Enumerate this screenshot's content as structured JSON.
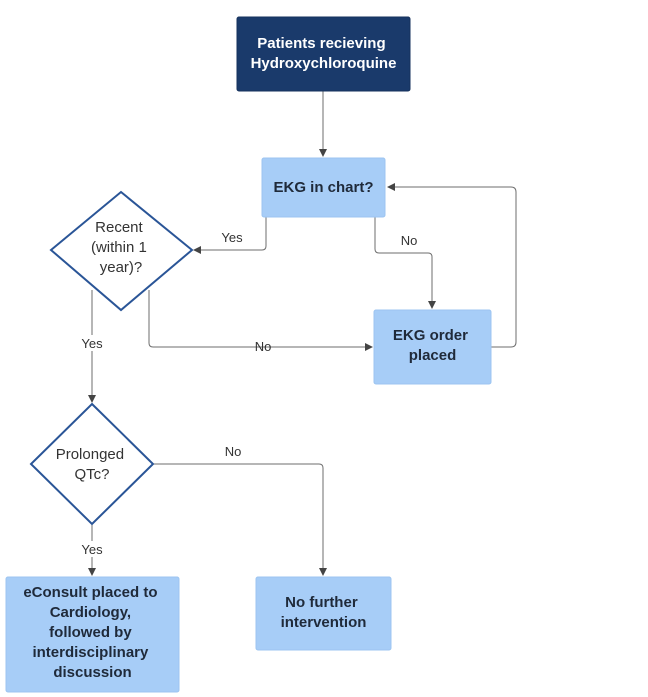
{
  "nodes": {
    "start": {
      "lines": [
        "Patients recieving",
        "Hydroxychloroquine"
      ]
    },
    "ekg_in_chart": {
      "lines": [
        "EKG in chart?"
      ]
    },
    "recent": {
      "lines": [
        "Recent",
        "(within 1",
        "year)?"
      ]
    },
    "ekg_order": {
      "lines": [
        "EKG order",
        "placed"
      ]
    },
    "prolonged_qtc": {
      "lines": [
        "Prolonged",
        "QTc?"
      ]
    },
    "econsult": {
      "lines": [
        "eConsult placed to",
        "Cardiology,",
        "followed by",
        "interdisciplinary",
        "discussion"
      ]
    },
    "no_further": {
      "lines": [
        "No further",
        "intervention"
      ]
    }
  },
  "edges": {
    "ekg_to_recent": "Yes",
    "ekg_to_order": "No",
    "recent_to_order": "No",
    "recent_to_qtc": "Yes",
    "qtc_to_nofurther": "No",
    "qtc_to_econsult": "Yes"
  },
  "colors": {
    "start_fill": "#1a3a6b",
    "process_fill": "#a7cdf7",
    "diamond_stroke": "#2a5597",
    "edge_stroke": "#6e6e6e"
  }
}
